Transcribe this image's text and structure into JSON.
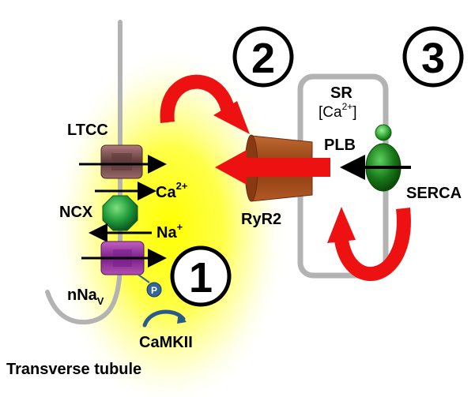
{
  "labels": {
    "ltcc": "LTCC",
    "ncx": "NCX",
    "nnav_main": "nNa",
    "nnav_sub": "V",
    "calcium": "Ca",
    "calcium_sup": "2+",
    "sodium": "Na",
    "sodium_sup": "+",
    "camkii": "CaMKII",
    "phospho": "P",
    "ryr2": "RyR2",
    "sr": "SR",
    "sr_ca_open": "[Ca",
    "sr_ca_sup": "2+",
    "sr_ca_close": "]",
    "plb": "PLB",
    "serca": "SERCA",
    "transverse_tubule": "Transverse tubule"
  },
  "steps": [
    "1",
    "2",
    "3"
  ],
  "colors": {
    "glow_yellow": "#ffff22",
    "red_arrow": "#ee1111",
    "ltcc": "#8a5a5a",
    "ncx": "#22aa44",
    "nnav": "#993399",
    "ryr2": "#a0522d",
    "serca": "#1a7a1a",
    "membrane": "#b3b3b3",
    "phospho": "#336699"
  },
  "icons": [
    "ltcc-channel-icon",
    "ncx-exchanger-icon",
    "nnav-channel-icon",
    "ryr2-channel-icon",
    "serca-pump-icon",
    "plb-icon",
    "phosphate-icon"
  ]
}
